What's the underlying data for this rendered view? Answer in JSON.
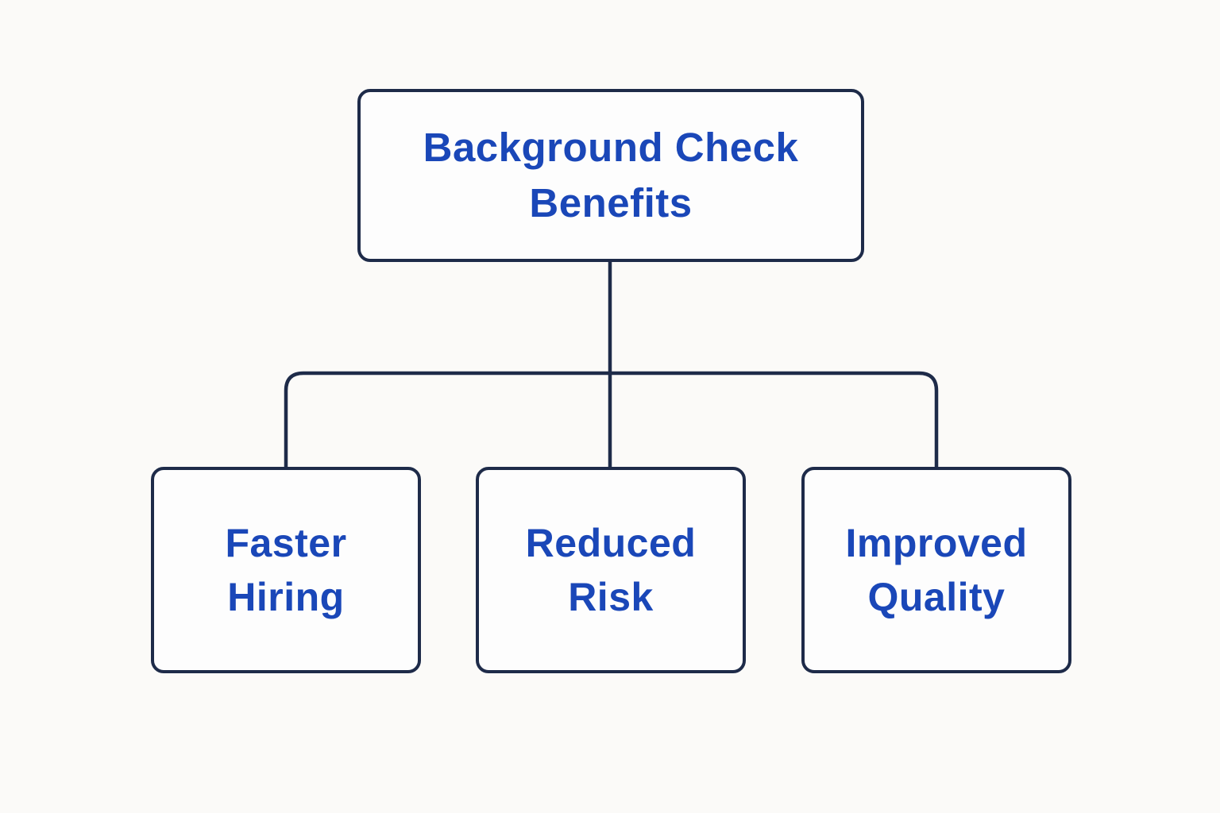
{
  "diagram": {
    "type": "flowchart-tree",
    "root": {
      "label": "Background Check Benefits"
    },
    "children": [
      {
        "label": "Faster Hiring"
      },
      {
        "label": "Reduced Risk"
      },
      {
        "label": "Improved Quality"
      }
    ],
    "colors": {
      "background": "#fbfaf8",
      "box_fill": "#fdfdfd",
      "line": "#1e2b49",
      "text": "#1a47b8"
    }
  }
}
